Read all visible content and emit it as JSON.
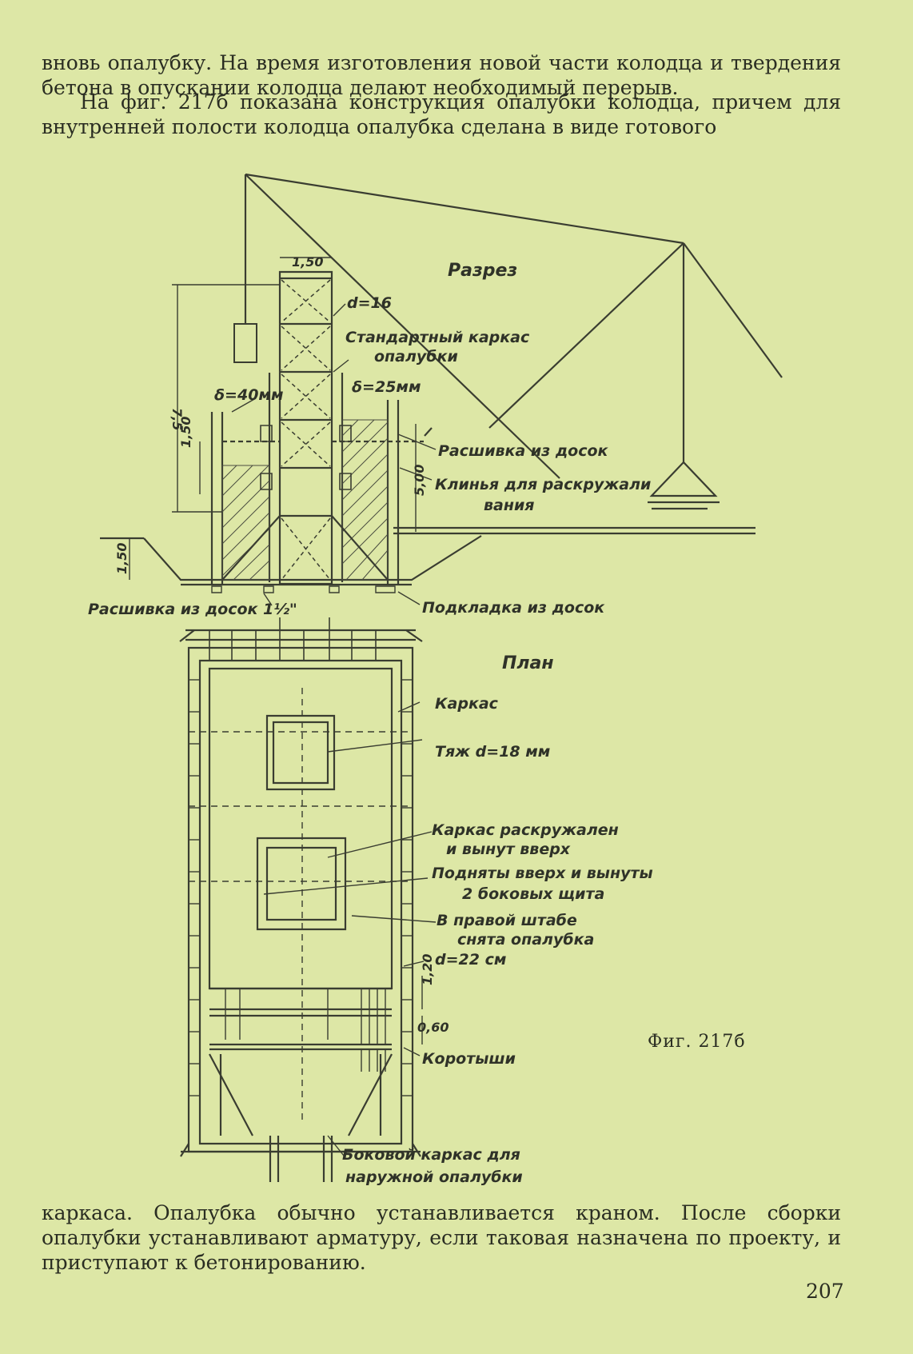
{
  "text_top_1": "вновь опалубку. На время изготовления новой части колодца и твердения бетона в опускании колодца делают необходимый перерыв.",
  "text_top_2": "На фиг. 217б показана конструкция опалубки колодца, причем для внутренней полости колодца опалубка сделана в виде готового",
  "figure": {
    "section_title": "Разрез",
    "plan_title": "План",
    "labels": {
      "d16": "d=16",
      "standard_frame_1": "Стандартный каркас",
      "standard_frame_2": "опалубки",
      "delta40": "δ=40мм",
      "delta25": "δ=25мм",
      "boards_bracing": "Расшивка из досок",
      "wedges_1": "Клинья для раскружали",
      "wedges_2": "вания",
      "bottom_bracing": "Расшивка из досок 1½\"",
      "underlay": "Подкладка из досок",
      "frame": "Каркас",
      "tie_rod": "Тяж d=18 мм",
      "frame_removed_1": "Каркас раскружален",
      "frame_removed_2": "и вынут вверх",
      "panels_lifted_1": "Подняты вверх и вынуты",
      "panels_lifted_2": "2 боковых щита",
      "right_shaft_1": "В правой штабе",
      "right_shaft_2": "снята опалубка",
      "d22": "d=22 см",
      "short_ties": "Коротыши",
      "side_frame_1": "Боковой каркас для",
      "side_frame_2": "наружной опалубки"
    },
    "dims": {
      "top_width": "1,50",
      "height_total": "7,5",
      "left_150": "1,50",
      "right_500": "5,00",
      "left_pit": "1,50",
      "plan_120": "1,20",
      "plan_060": "0,60"
    },
    "caption": "Фиг. 217б"
  },
  "text_bottom": "каркаса. Опалубка обычно устанавливается краном. После сборки опалубки устанавливают арматуру, если таковая назначена по проекту, и приступают к бетонированию.",
  "page_number": "207"
}
